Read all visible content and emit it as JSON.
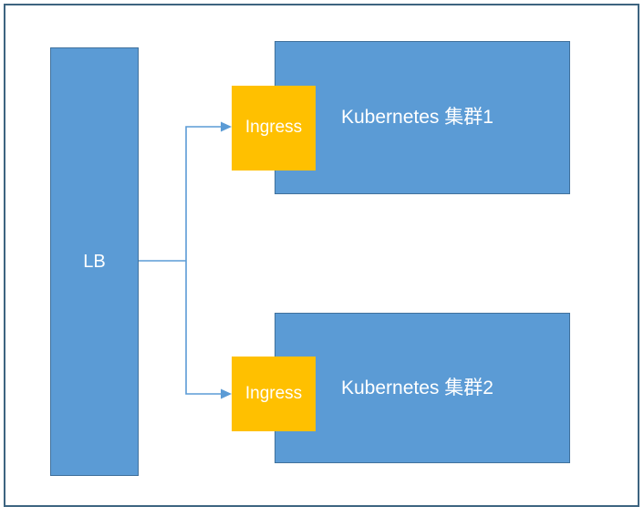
{
  "diagram": {
    "type": "architecture-diagram",
    "background_color": "#ffffff",
    "frame_border_color": "#3d6480",
    "palette": {
      "blue_fill": "#5b9bd5",
      "blue_border": "#41719c",
      "orange_fill": "#ffc000",
      "connector": "#5b9bd5",
      "label_text": "#ffffff"
    },
    "nodes": {
      "load_balancer": {
        "label": "LB",
        "shape": "rectangle",
        "fill": "#5b9bd5"
      },
      "cluster_1": {
        "label": "Kubernetes 集群1",
        "shape": "rectangle",
        "fill": "#5b9bd5"
      },
      "cluster_2": {
        "label": "Kubernetes 集群2",
        "shape": "rectangle",
        "fill": "#5b9bd5"
      },
      "ingress_1": {
        "label": "Ingress",
        "shape": "rectangle",
        "fill": "#ffc000"
      },
      "ingress_2": {
        "label": "Ingress",
        "shape": "rectangle",
        "fill": "#ffc000"
      }
    },
    "edges": [
      {
        "from": "load_balancer",
        "to": "ingress_1",
        "style": "elbow-arrow"
      },
      {
        "from": "load_balancer",
        "to": "ingress_2",
        "style": "elbow-arrow"
      }
    ]
  }
}
